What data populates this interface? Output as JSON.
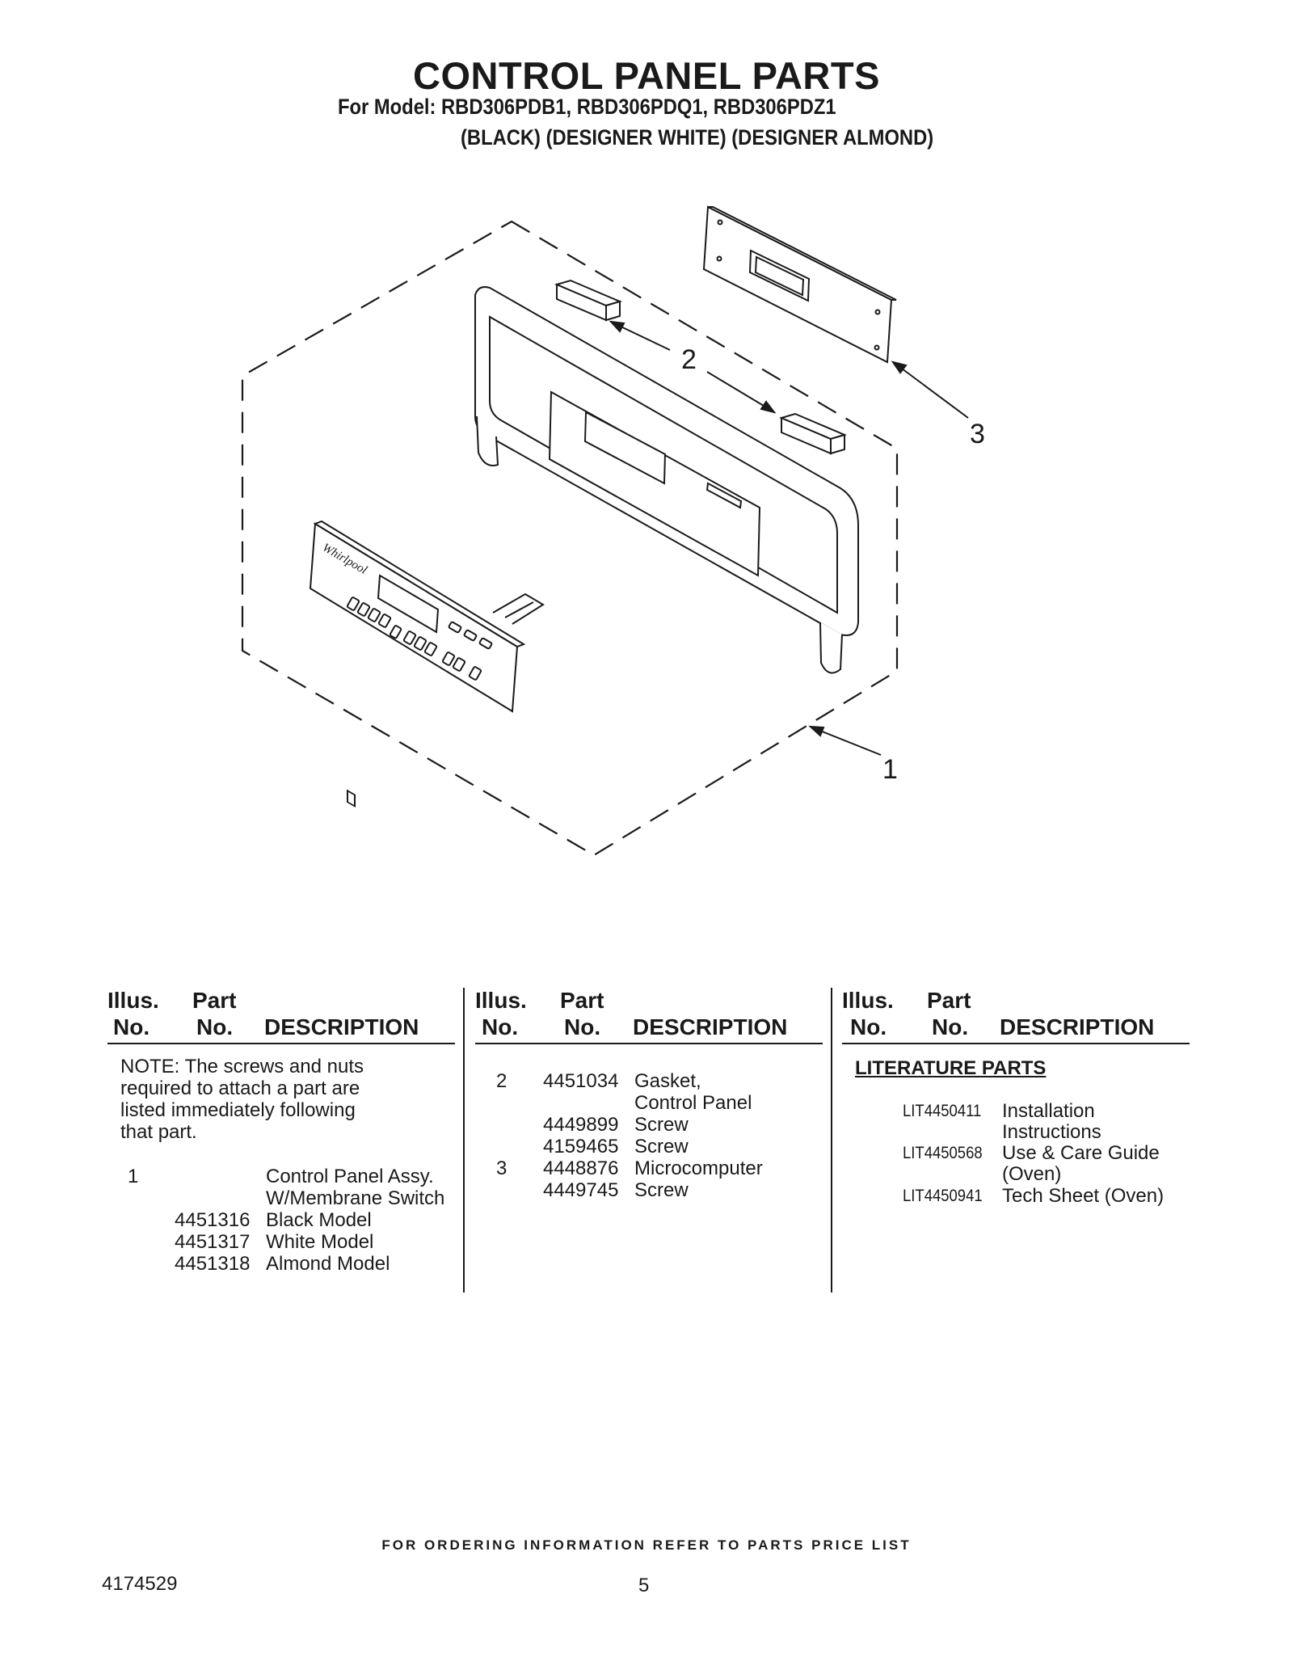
{
  "title": "CONTROL PANEL PARTS",
  "model_line": "For Model: RBD306PDB1, RBD306PDQ1, RBD306PDZ1",
  "color_line": "(BLACK) (DESIGNER WHITE) (DESIGNER ALMOND)",
  "callouts": [
    "1",
    "2",
    "3"
  ],
  "brand_logo_text": "Whirlpool",
  "table_headers": {
    "illus_top": "Illus.",
    "illus_bottom": "No.",
    "part_top": "Part",
    "part_bottom": "No.",
    "description": "DESCRIPTION"
  },
  "column1": {
    "note_lines": [
      "NOTE: The screws and nuts",
      "required to attach a part are",
      "listed immediately following",
      "that part."
    ],
    "illus": "1",
    "desc_lines": [
      "Control Panel Assy.",
      "W/Membrane Switch"
    ],
    "parts": [
      {
        "part": "4451316",
        "desc": "Black Model"
      },
      {
        "part": "4451317",
        "desc": "White Model"
      },
      {
        "part": "4451318",
        "desc": "Almond Model"
      }
    ]
  },
  "column2": {
    "rows": [
      {
        "illus": "2",
        "part": "4451034",
        "desc": "Gasket,"
      },
      {
        "illus": "",
        "part": "",
        "desc": "Control Panel"
      },
      {
        "illus": "",
        "part": "4449899",
        "desc": "Screw"
      },
      {
        "illus": "",
        "part": "4159465",
        "desc": "Screw"
      },
      {
        "illus": "3",
        "part": "4448876",
        "desc": "Microcomputer"
      },
      {
        "illus": "",
        "part": "4449745",
        "desc": "Screw"
      }
    ]
  },
  "column3": {
    "heading": "LITERATURE PARTS",
    "rows": [
      {
        "part": "LIT4450411",
        "desc": "Installation"
      },
      {
        "part": "",
        "desc": "Instructions"
      },
      {
        "part": "LIT4450568",
        "desc": "Use & Care Guide"
      },
      {
        "part": "",
        "desc": "(Oven)"
      },
      {
        "part": "LIT4450941",
        "desc": "Tech Sheet (Oven)"
      }
    ]
  },
  "footer": "FOR ORDERING INFORMATION REFER TO PARTS PRICE LIST",
  "doc_number": "4174529",
  "page_number": "5"
}
